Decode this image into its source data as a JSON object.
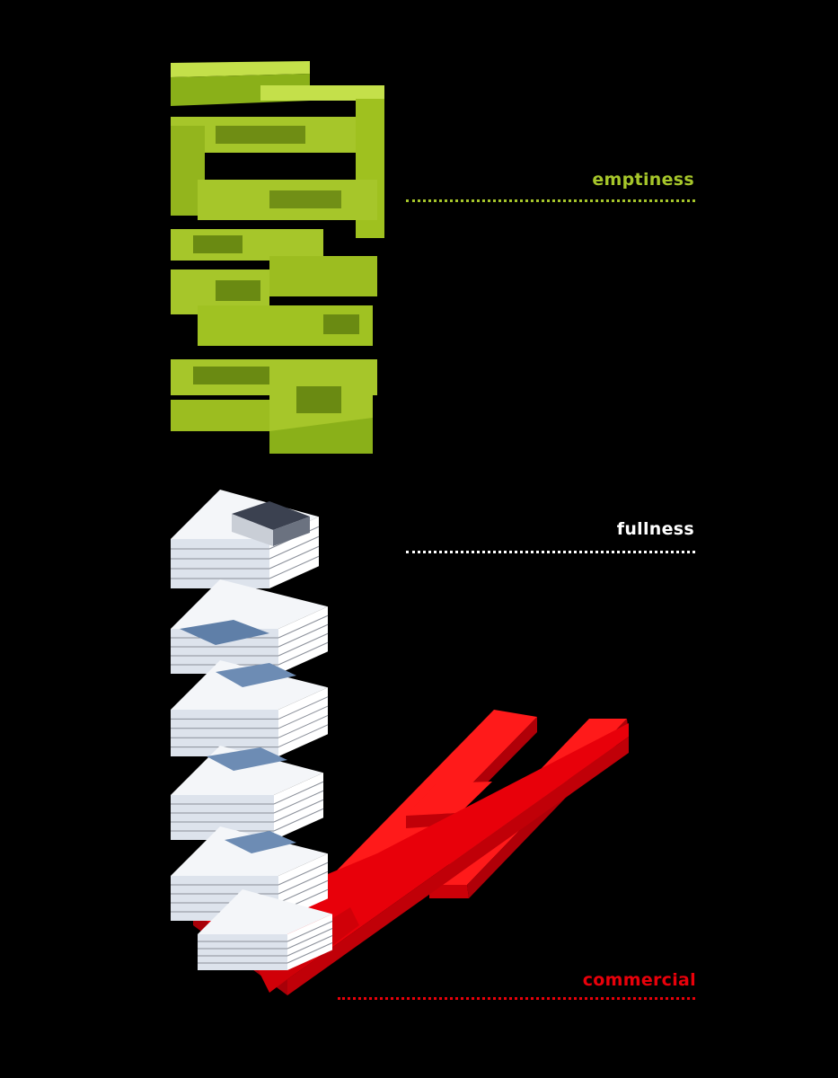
{
  "labels": {
    "emptiness": "emptiness",
    "fullness": "fullness",
    "commercial": "commercial"
  },
  "colors": {
    "emptiness": "#a6c62a",
    "fullness": "#ffffff",
    "commercial": "#e8000a",
    "background": "#000000"
  },
  "layers": [
    {
      "key": "emptiness",
      "depiction": "green-void-volumes"
    },
    {
      "key": "fullness",
      "depiction": "white-stacked-floor-blocks"
    },
    {
      "key": "commercial",
      "depiction": "red-podium-base"
    }
  ]
}
